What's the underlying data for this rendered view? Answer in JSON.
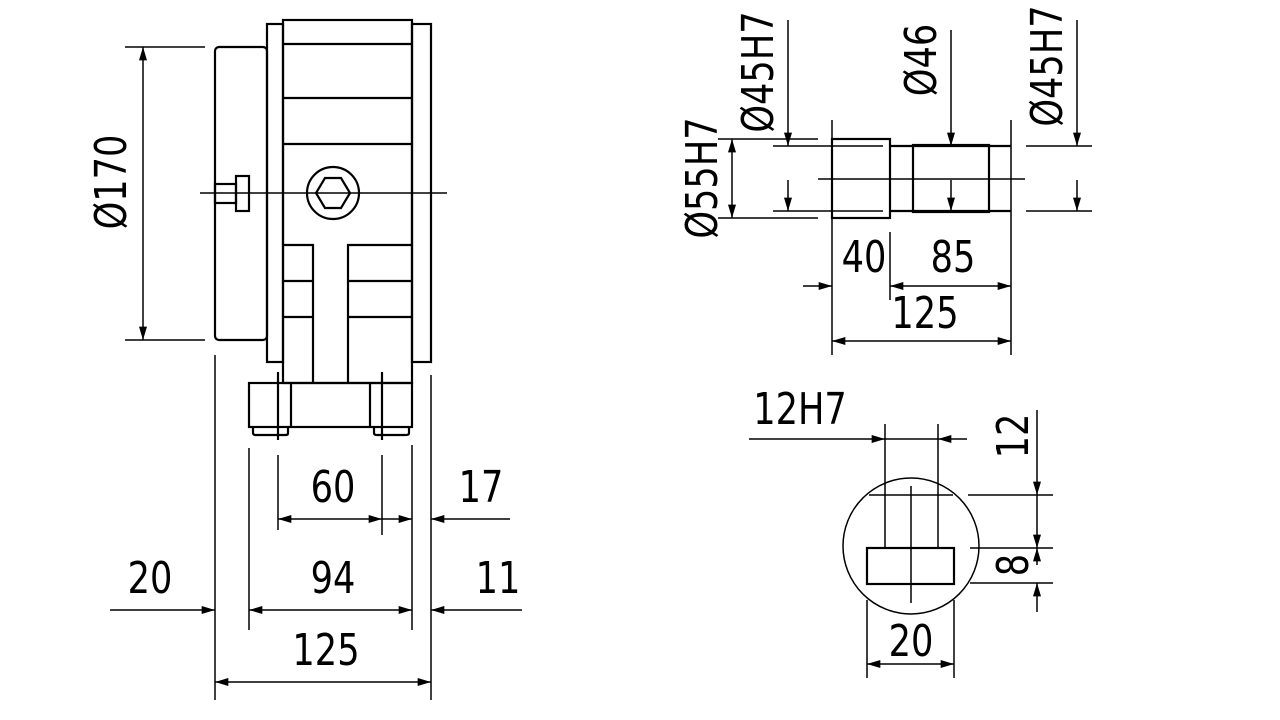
{
  "front_view": {
    "dim_diameter": "Ø170",
    "dim_60": "60",
    "dim_17": "17",
    "dim_20": "20",
    "dim_94": "94",
    "dim_11": "11",
    "dim_125": "125"
  },
  "shaft_view": {
    "dim_bore_left": "Ø55H7",
    "dim_shaft_left": "Ø45H7",
    "dim_middle": "Ø46",
    "dim_shaft_right": "Ø45H7",
    "dim_40": "40",
    "dim_85": "85",
    "dim_125": "125"
  },
  "section_view": {
    "dim_keyway_width": "12H7",
    "dim_12": "12",
    "dim_8": "8",
    "dim_20": "20"
  }
}
